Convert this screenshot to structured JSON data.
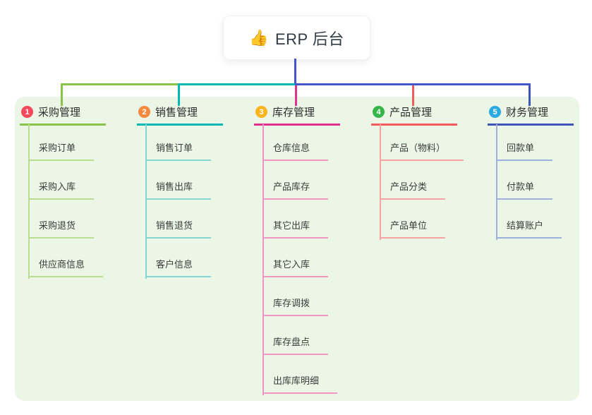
{
  "root": {
    "icon": "👍",
    "label": "ERP 后台"
  },
  "branches": [
    {
      "number": "1",
      "label": "采购管理",
      "badge_color": "#f5495c",
      "line_color": "#8bc34a",
      "child_line_color": "#b9dc92",
      "children": [
        "采购订单",
        "采购入库",
        "采购退货",
        "供应商信息"
      ]
    },
    {
      "number": "2",
      "label": "销售管理",
      "badge_color": "#f6893f",
      "line_color": "#00b9b4",
      "child_line_color": "#85d6d1",
      "children": [
        "销售订单",
        "销售出库",
        "销售退货",
        "客户信息"
      ]
    },
    {
      "number": "3",
      "label": "库存管理",
      "badge_color": "#f9b41e",
      "line_color": "#e0318f",
      "child_line_color": "#f195c5",
      "children": [
        "仓库信息",
        "产品库存",
        "其它出库",
        "其它入库",
        "库存调拨",
        "库存盘点",
        "出库库明细"
      ]
    },
    {
      "number": "4",
      "label": "产品管理",
      "badge_color": "#35b54a",
      "line_color": "#f25b5b",
      "child_line_color": "#f7a3a3",
      "children": [
        "产品（物料）",
        "产品分类",
        "产品单位"
      ]
    },
    {
      "number": "5",
      "label": "财务管理",
      "badge_color": "#29aae1",
      "line_color": "#4053b8",
      "child_line_color": "#9fb0dd",
      "children": [
        "回款单",
        "付款单",
        "结算账户"
      ]
    }
  ],
  "colors": {
    "root_connector": "#4355c8",
    "panel_bg": "#ebf6e6",
    "background": "#ffffff"
  }
}
